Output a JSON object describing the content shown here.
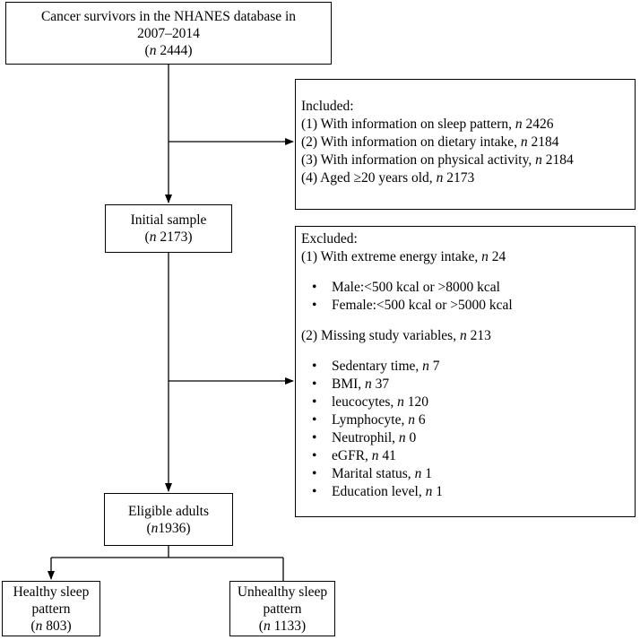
{
  "start": {
    "line1": "Cancer survivors in the NHANES database in",
    "line2": "2007–2014",
    "n_prefix": "n",
    "n_value": "2444"
  },
  "included": {
    "heading": "Included:",
    "items": [
      {
        "text": "(1) With information on sleep pattern, ",
        "n": "n",
        "value": "2426"
      },
      {
        "text": "(2) With information on dietary intake, ",
        "n": "n",
        "value": "2184"
      },
      {
        "text": "(3) With information on physical activity, ",
        "n": "n",
        "value": "2184"
      },
      {
        "text": "(4) Aged ≥20 years old, ",
        "n": "n",
        "value": "2173"
      }
    ]
  },
  "initial": {
    "label": "Initial sample",
    "n_prefix": "n",
    "n_value": "2173"
  },
  "excluded": {
    "heading": "Excluded:",
    "group1": {
      "text": "(1) With extreme energy intake, ",
      "n": "n",
      "value": "24"
    },
    "group1_items": [
      "Male:<500 kcal or >8000 kcal",
      "Female:<500 kcal or >5000 kcal"
    ],
    "group2": {
      "text": "(2) Missing study variables, ",
      "n": "n",
      "value": "213"
    },
    "group2_items": [
      {
        "text": "Sedentary time, ",
        "n": "n",
        "value": "7"
      },
      {
        "text": "BMI, ",
        "n": "n",
        "value": "37"
      },
      {
        "text": "leucocytes, ",
        "n": "n",
        "value": "120"
      },
      {
        "text": "Lymphocyte, ",
        "n": "n",
        "value": "6"
      },
      {
        "text": "Neutrophil, ",
        "n": "n",
        "value": "0"
      },
      {
        "text": "eGFR, ",
        "n": "n",
        "value": "41"
      },
      {
        "text": "Marital status, ",
        "n": "n",
        "value": "1"
      },
      {
        "text": "Education level, ",
        "n": "n",
        "value": "1"
      }
    ]
  },
  "eligible": {
    "label": "Eligible adults",
    "n_prefix": "n",
    "n_value": "1936"
  },
  "healthy": {
    "line1": "Healthy sleep",
    "line2": "pattern",
    "n_prefix": "n",
    "n_value": "803"
  },
  "unhealthy": {
    "line1": "Unhealthy sleep",
    "line2": "pattern",
    "n_prefix": "n",
    "n_value": "1133"
  }
}
